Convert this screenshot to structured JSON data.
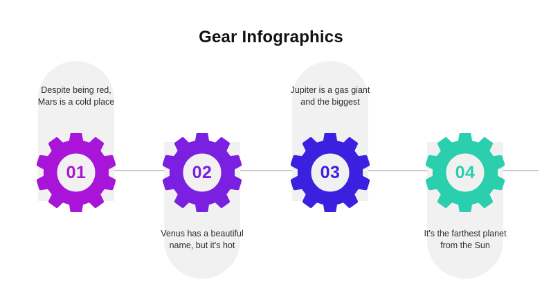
{
  "slide": {
    "title": "Gear Infographics",
    "background_color": "#FFFFFF",
    "pill_color": "#F1F1F1",
    "connector_color": "#8C8C8C",
    "caption_color": "#2F2F2F",
    "title_color": "#111111"
  },
  "steps": [
    {
      "number": "01",
      "caption": "Despite being red, Mars is a cold place",
      "color": "#A915D8",
      "position": "up"
    },
    {
      "number": "02",
      "caption": "Venus has a beautiful name, but it's hot",
      "color": "#7B1FE0",
      "position": "down"
    },
    {
      "number": "03",
      "caption": "Jupiter is a gas giant and the biggest",
      "color": "#3B20E0",
      "position": "up"
    },
    {
      "number": "04",
      "caption": "It's the farthest planet from the Sun",
      "color": "#2BCFAE",
      "position": "down"
    }
  ]
}
